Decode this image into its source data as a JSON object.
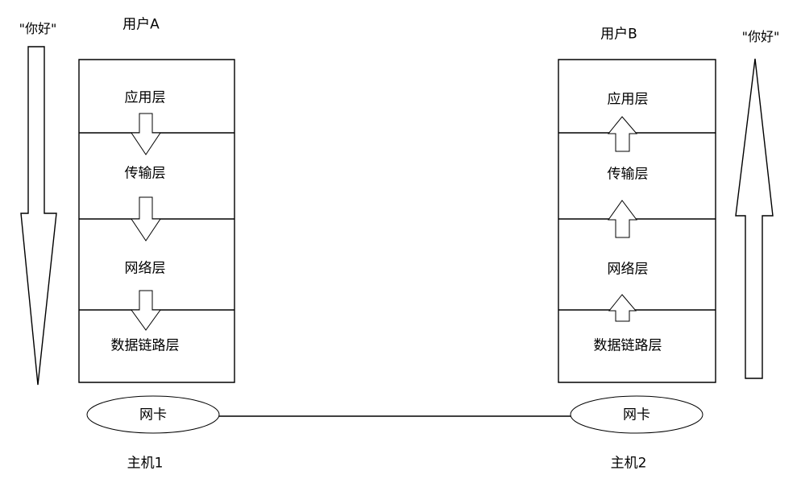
{
  "diagram": {
    "title_left_user": "用户A",
    "title_right_user": "用户B",
    "message_left": "\"你好\"",
    "message_right": "\"你好\"",
    "host_left": "主机1",
    "host_right": "主机2",
    "nic_left": "网卡",
    "nic_right": "网卡",
    "colors": {
      "stroke": "#000000",
      "fill": "#ffffff",
      "background": "#ffffff"
    },
    "left_stack": {
      "layers": [
        {
          "label": "应用层"
        },
        {
          "label": "传输层"
        },
        {
          "label": "网络层"
        },
        {
          "label": "数据链路层"
        }
      ],
      "direction": "down",
      "arrow_count": 3
    },
    "right_stack": {
      "layers": [
        {
          "label": "应用层"
        },
        {
          "label": "传输层"
        },
        {
          "label": "网络层"
        },
        {
          "label": "数据链路层"
        }
      ],
      "direction": "up",
      "arrow_count": 3
    },
    "link": {
      "label": ""
    }
  }
}
